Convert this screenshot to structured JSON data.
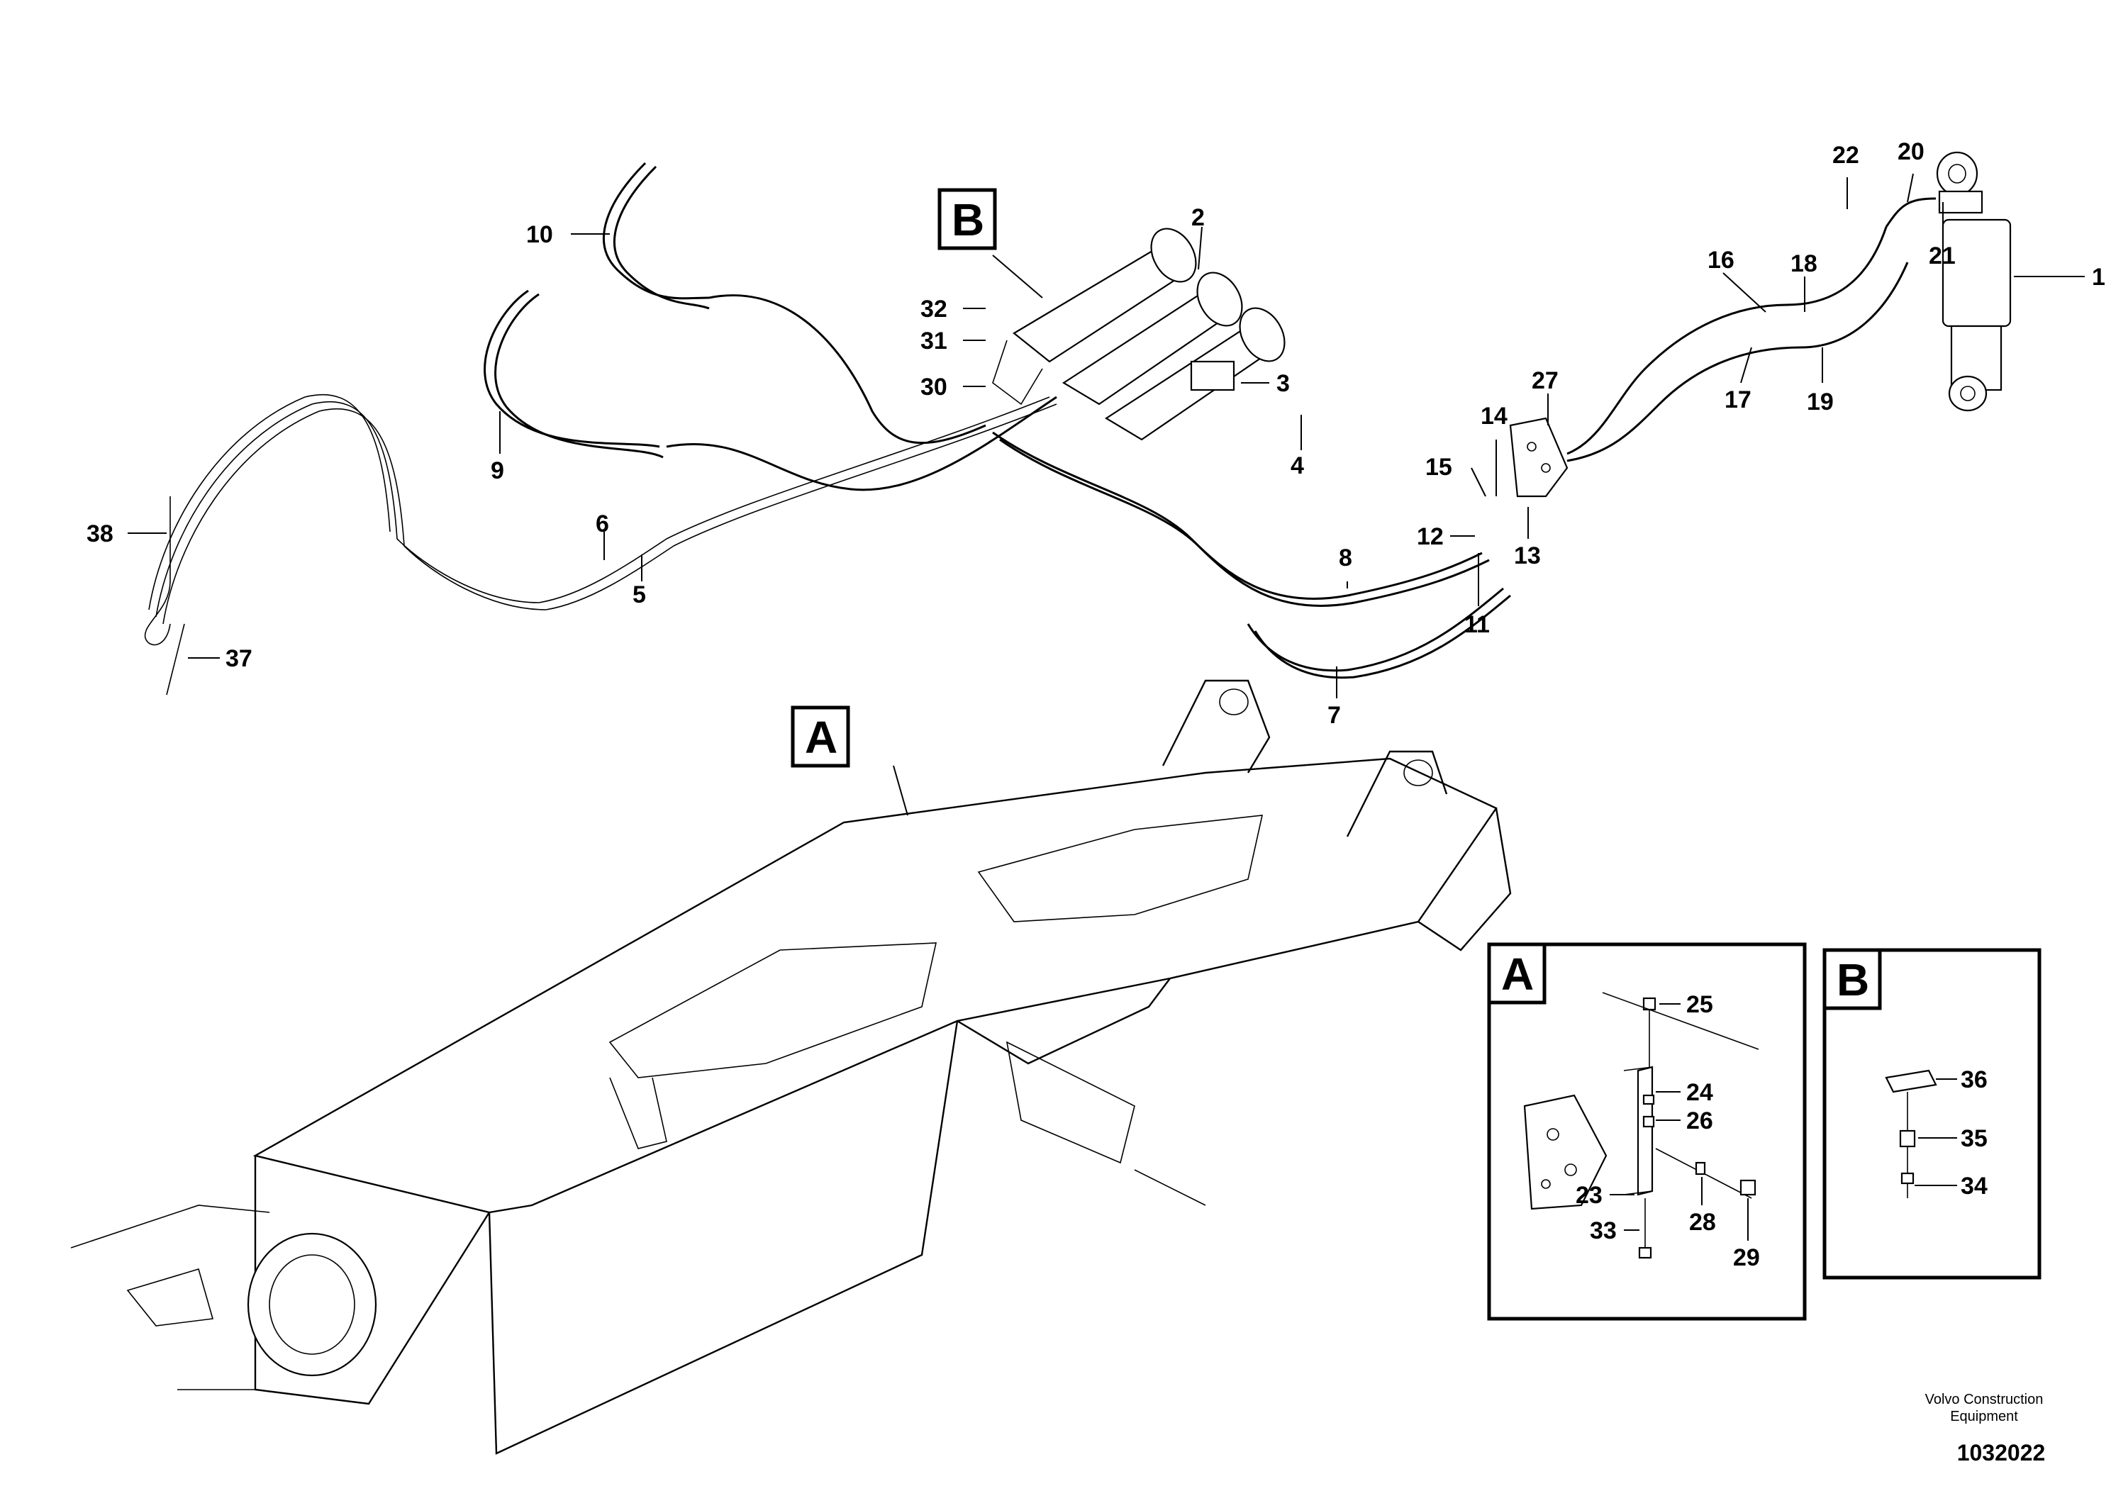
{
  "callouts": {
    "p1": "1",
    "p2": "2",
    "p3": "3",
    "p4": "4",
    "p5": "5",
    "p6": "6",
    "p7": "7",
    "p8": "8",
    "p9": "9",
    "p10": "10",
    "p11": "11",
    "p12": "12",
    "p13": "13",
    "p14": "14",
    "p15": "15",
    "p16": "16",
    "p17": "17",
    "p18": "18",
    "p19": "19",
    "p20": "20",
    "p21": "21",
    "p22": "22",
    "p27": "27",
    "p30": "30",
    "p31": "31",
    "p32": "32",
    "p37": "37",
    "p38": "38"
  },
  "view_labels": {
    "main_a": "A",
    "main_b": "B"
  },
  "detail_a": {
    "letter": "A",
    "callouts": {
      "p23": "23",
      "p24": "24",
      "p25": "25",
      "p26": "26",
      "p28": "28",
      "p29": "29",
      "p33": "33"
    }
  },
  "detail_b": {
    "letter": "B",
    "callouts": {
      "p34": "34",
      "p35": "35",
      "p36": "36"
    }
  },
  "footer": {
    "brand_line1": "Volvo Construction",
    "brand_line2": "Equipment",
    "doc_number": "1032022"
  }
}
